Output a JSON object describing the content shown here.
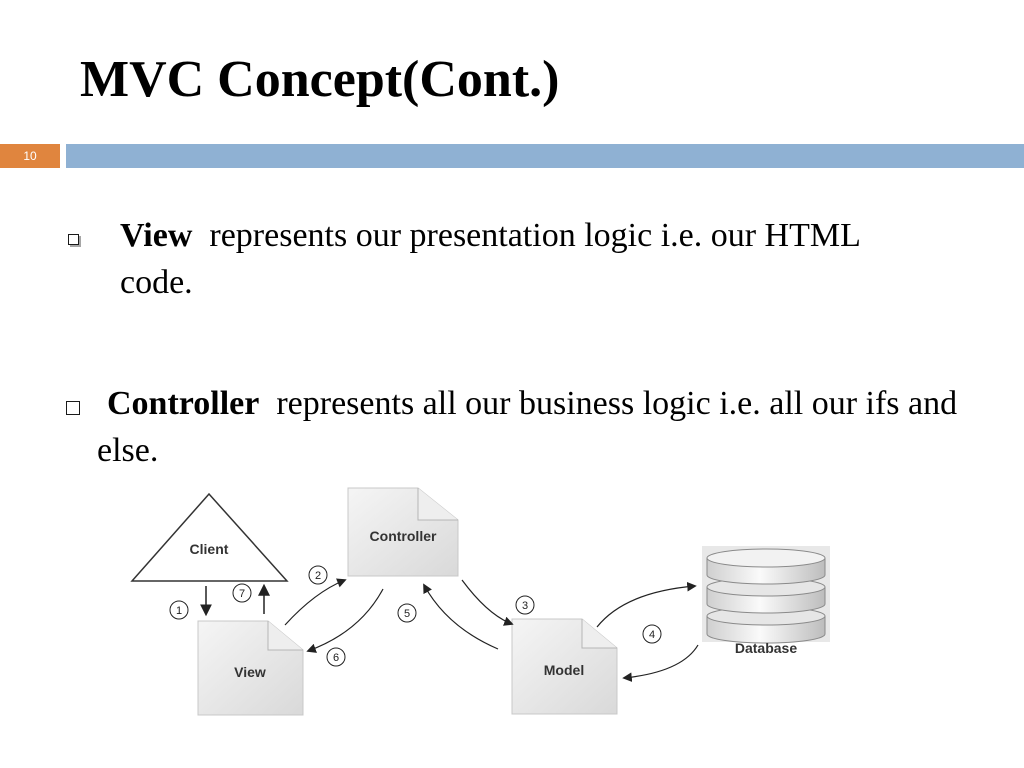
{
  "slide": {
    "title": "MVC Concept(Cont.)",
    "number": "10",
    "colors": {
      "accent_orange": "#e0853e",
      "header_bar_blue": "#8fb1d3"
    }
  },
  "bullets": [
    {
      "term": "View",
      "text": "represents our presentation logic i.e. our HTML code.",
      "icon": "shadowed-checkbox-icon"
    },
    {
      "term": "Controller",
      "text": "represents all our business logic i.e. all our ifs and else.",
      "icon": "empty-checkbox-icon"
    }
  ],
  "diagram": {
    "nodes": {
      "client": "Client",
      "controller": "Controller",
      "view": "View",
      "model": "Model",
      "database": "Database"
    },
    "steps": [
      "1",
      "2",
      "3",
      "4",
      "5",
      "6",
      "7"
    ]
  }
}
